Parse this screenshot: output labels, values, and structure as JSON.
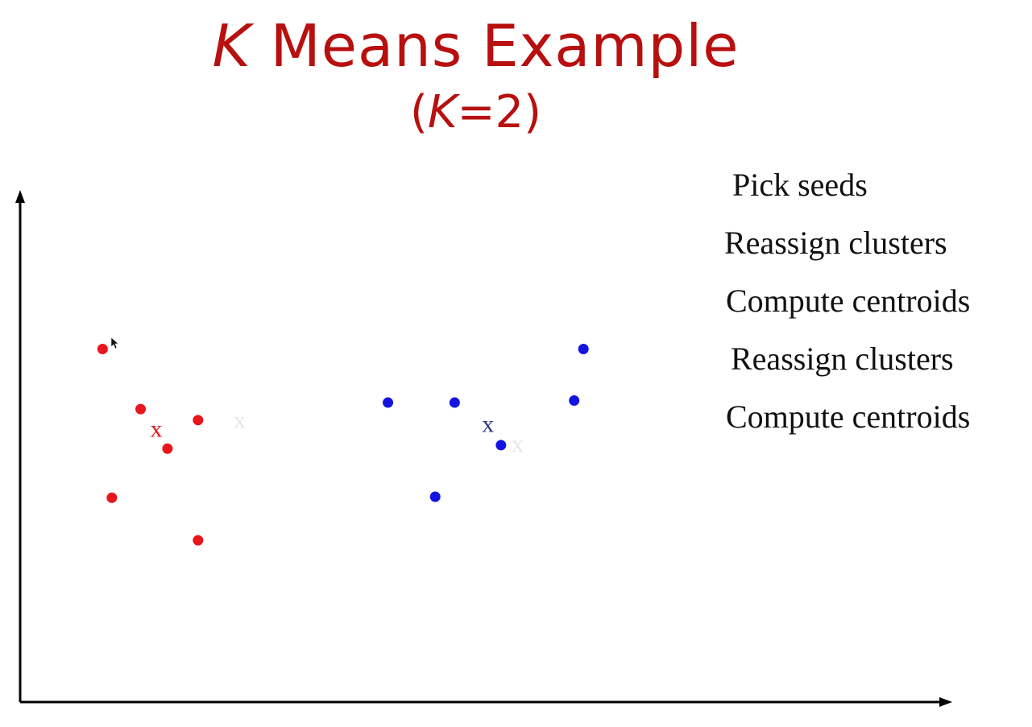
{
  "title": {
    "k": "K",
    "rest": " Means Example"
  },
  "subtitle": {
    "open": "(",
    "k": "K",
    "rest": "=2)"
  },
  "steps": [
    "Pick seeds",
    "Reassign clusters",
    "Compute centroids",
    "Reassign clusters",
    "Compute centroids"
  ],
  "colors": {
    "title": "#b80f0f",
    "cluster_red": "#e8161c",
    "cluster_blue": "#1414e0",
    "centroid_blue": "#2b3a7a",
    "old_centroid": "#e6e6e6"
  },
  "chart_data": {
    "type": "scatter",
    "title": "K Means Example",
    "subtitle": "(K=2)",
    "xlim": [
      0,
      100
    ],
    "ylim": [
      0,
      100
    ],
    "grid": false,
    "series": [
      {
        "color": "#e8161c",
        "points": [
          [
            8.9,
            70.5
          ],
          [
            13.0,
            58.5
          ],
          [
            19.2,
            56.3
          ],
          [
            15.9,
            50.6
          ],
          [
            9.9,
            40.8
          ],
          [
            19.2,
            32.3
          ]
        ]
      },
      {
        "color": "#1414e0",
        "points": [
          [
            39.7,
            59.8
          ],
          [
            46.9,
            59.8
          ],
          [
            51.9,
            51.3
          ],
          [
            44.8,
            41.0
          ],
          [
            60.8,
            70.5
          ],
          [
            59.8,
            60.2
          ]
        ]
      }
    ],
    "centroids": [
      {
        "label": "x",
        "color": "#e8161c",
        "x": 14.7,
        "y": 54.5
      },
      {
        "label": "x",
        "color": "#2b3a7a",
        "x": 50.5,
        "y": 55.5
      }
    ],
    "previous_centroids": [
      {
        "label": "x",
        "color": "#e6e6e6",
        "x": 23.7,
        "y": 56.3
      },
      {
        "label": "x",
        "color": "#e6e6e6",
        "x": 53.7,
        "y": 51.5
      }
    ]
  }
}
